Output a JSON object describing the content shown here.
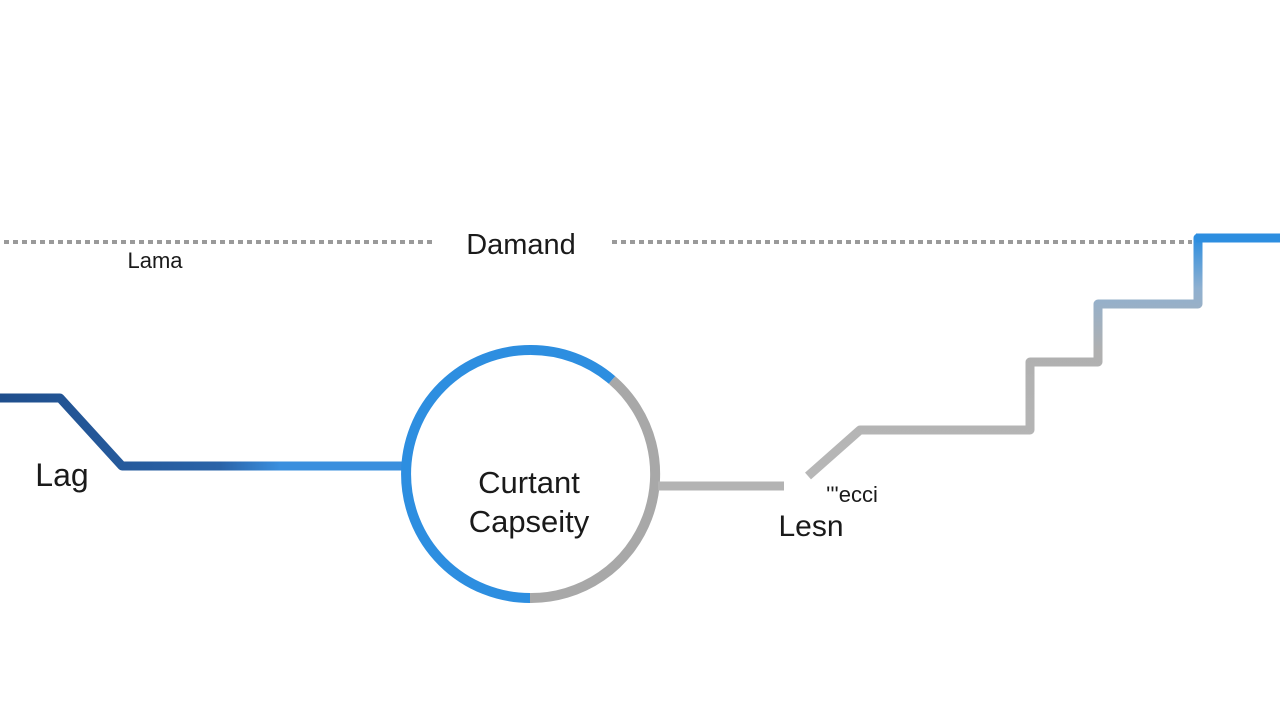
{
  "diagram": {
    "demand_label": "Damand",
    "demand_sub_label": "Lama",
    "lag_label": "Lag",
    "center_label_line1": "Curtant",
    "center_label_line2": "Capseity",
    "right_label_top": "'''ecci",
    "right_label_bottom": "Lesn"
  },
  "colors": {
    "background": "#ffffff",
    "demand_line": "#9a9a9a",
    "lag_dark": "#1f4e8c",
    "lag_light": "#3a8fde",
    "circle_blue": "#2d8ee0",
    "circle_gray": "#a8a8a8",
    "stair_gray": "#b3b3b3",
    "stair_blue": "#2d8ee0",
    "text": "#1a1a1a"
  }
}
